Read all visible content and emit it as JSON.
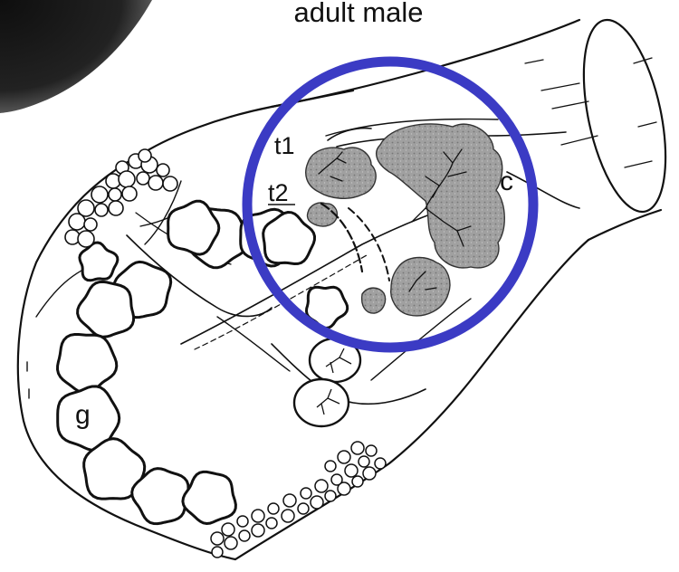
{
  "title": "adult male",
  "labels": {
    "t1": "t1",
    "t2": "t2",
    "c": "c",
    "g": "g"
  },
  "colors": {
    "ink": "#111111",
    "highlight_circle": "#3b3bc4",
    "dark_corner": "#1e1e1e",
    "tissue_fill": "#9a9a9a",
    "tissue_dark": "#6f6f6f"
  },
  "germ_cell_count_visible": 13
}
